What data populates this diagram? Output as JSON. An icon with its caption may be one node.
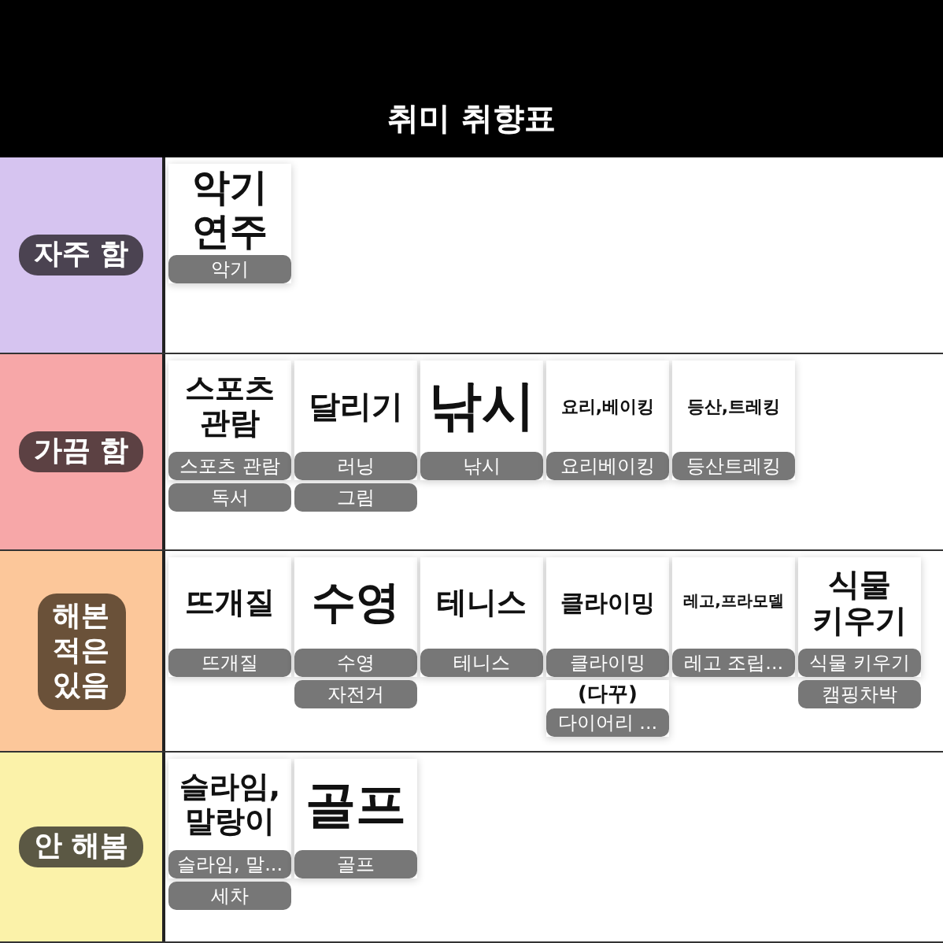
{
  "diagram": {
    "title": "취미 취향표",
    "nodes": [
      {
        "text": [
          "자주 함"
        ]
      },
      {
        "text": [
          "악기 연주",
          "악기"
        ],
        "in": 0
      },
      {
        "text": [
          "가끔 함"
        ]
      },
      {
        "text": [
          "스포츠 관람",
          "스포츠 관람"
        ],
        "in": 2
      },
      {
        "text": [
          "독서"
        ],
        "in": 2
      },
      {
        "text": [
          "달리기",
          "러닝"
        ],
        "in": 2
      },
      {
        "text": [
          "그림"
        ],
        "in": 2
      },
      {
        "text": [
          "낚시",
          "낚시"
        ],
        "in": 2
      },
      {
        "text": [
          "요리,베이킹",
          "요리베이킹"
        ],
        "in": 2
      },
      {
        "text": [
          "등산,트레킹",
          "등산트레킹"
        ],
        "in": 2
      },
      {
        "text": [
          "해본 적은 있음"
        ]
      },
      {
        "text": [
          "뜨개질",
          "뜨개질"
        ],
        "in": 10
      },
      {
        "text": [
          "수영",
          "수영"
        ],
        "in": 10
      },
      {
        "text": [
          "자전거"
        ],
        "in": 10
      },
      {
        "text": [
          "테니스",
          "테니스"
        ],
        "in": 10
      },
      {
        "text": [
          "클라이밍",
          "클라이밍"
        ],
        "in": 10
      },
      {
        "text": [
          "(다꾸)",
          "다이어리 ..."
        ],
        "in": 10
      },
      {
        "text": [
          "레고,프라모델",
          "레고 조립..."
        ],
        "in": 10
      },
      {
        "text": [
          "식물 키우기",
          "식물 키우기"
        ],
        "in": 10
      },
      {
        "text": [
          "캠핑차박"
        ],
        "in": 10
      },
      {
        "text": [
          "안 해봄"
        ]
      },
      {
        "text": [
          "슬라임, 말랑이",
          "슬라임, 말..."
        ],
        "in": 20
      },
      {
        "text": [
          "세차"
        ],
        "in": 20
      },
      {
        "text": [
          "골프",
          "골프"
        ],
        "in": 20
      }
    ]
  }
}
